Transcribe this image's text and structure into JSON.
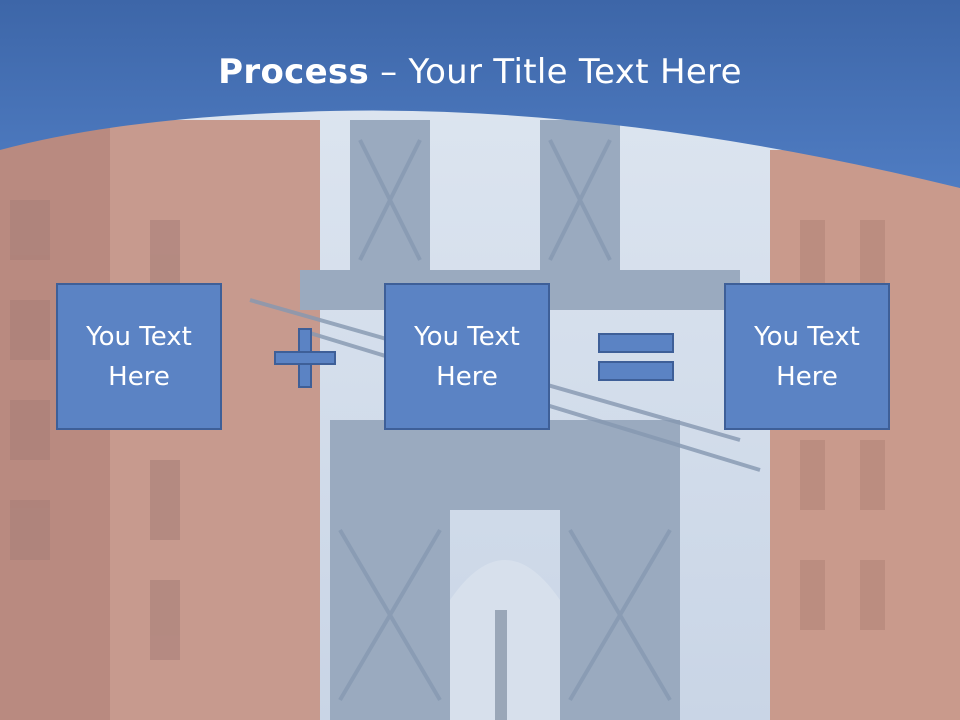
{
  "slide": {
    "title_bold": "Process",
    "title_rest": " – Your Title Text Here",
    "boxes": [
      {
        "text": "You Text Here"
      },
      {
        "text": "You Text Here"
      },
      {
        "text": "You Text Here"
      }
    ],
    "operators": [
      "plus-icon",
      "equals-icon"
    ],
    "colors": {
      "header_blue": "#4a74b8",
      "box_fill": "#5b83c4",
      "box_border": "#3e5f98"
    }
  }
}
